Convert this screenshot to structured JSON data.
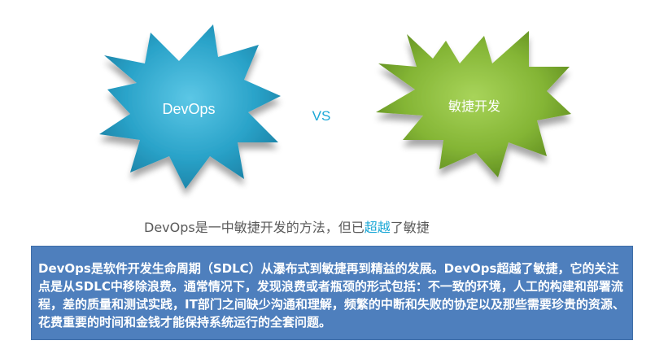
{
  "left_burst": {
    "label": "DevOps",
    "color": "#2aa3c9"
  },
  "right_burst": {
    "label": "敏捷开发",
    "color": "#7fb030"
  },
  "vs": "VS",
  "caption": {
    "before": "DevOps是一中敏捷开发的方法，但已",
    "highlight": "超越",
    "after": "了敏捷"
  },
  "description": "DevOps是软件开发生命周期（SDLC）从瀑布式到敏捷再到精益的发展。DevOps超越了敏捷，它的关注点是从SDLC中移除浪费。通常情况下，发现浪费或者瓶颈的形式包括：不一致的环境，人工的构建和部署流程，差的质量和测试实践，IT部门之间缺少沟通和理解，频繁的中断和失败的协定以及那些需要珍贵的资源、花费重要的时间和金钱才能保持系统运行的全套问题。"
}
